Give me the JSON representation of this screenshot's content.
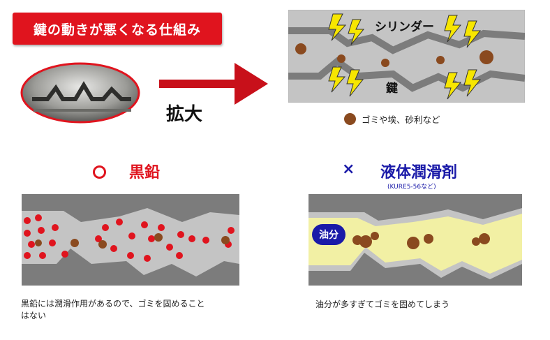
{
  "title": "鍵の動きが悪くなる仕組み",
  "zoom_label": "拡大",
  "top_panel": {
    "cylinder_label": "シリンダー",
    "key_label": "鍵"
  },
  "legend": {
    "dust_label": "ゴミや埃、砂利など"
  },
  "left_section": {
    "mark": "○",
    "heading": "黒鉛",
    "caption_line1": "黒鉛には潤滑作用があるので、ゴミを固めること",
    "caption_line2": "はない"
  },
  "right_section": {
    "mark": "×",
    "heading": "液体潤滑剤",
    "subheading": "(KURE5-56など)",
    "oil_label": "油分",
    "caption": "油分が多すぎてゴミを固めてしまう"
  },
  "colors": {
    "accent_red": "#e0141e",
    "accent_blue": "#1a1aa8",
    "dust_brown": "#8a4a1f",
    "oil_yellow": "#f2f0a4",
    "metal_gray": "#9a9a9a",
    "lightning_yellow": "#f7e600"
  },
  "icons": [
    "magnifier-photo",
    "arrow-right-icon",
    "lightning-icon",
    "graphite-particle-icon",
    "dust-particle-icon"
  ]
}
